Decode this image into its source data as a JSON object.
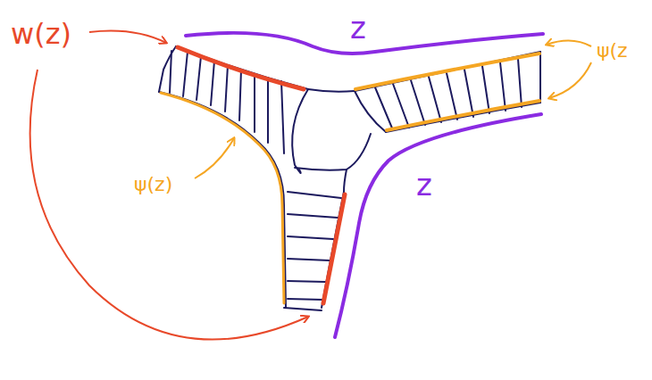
{
  "diagram": {
    "labels": [
      "w(z)",
      "z",
      "z",
      "ψ(z)",
      "ψ(z"
    ]
  }
}
